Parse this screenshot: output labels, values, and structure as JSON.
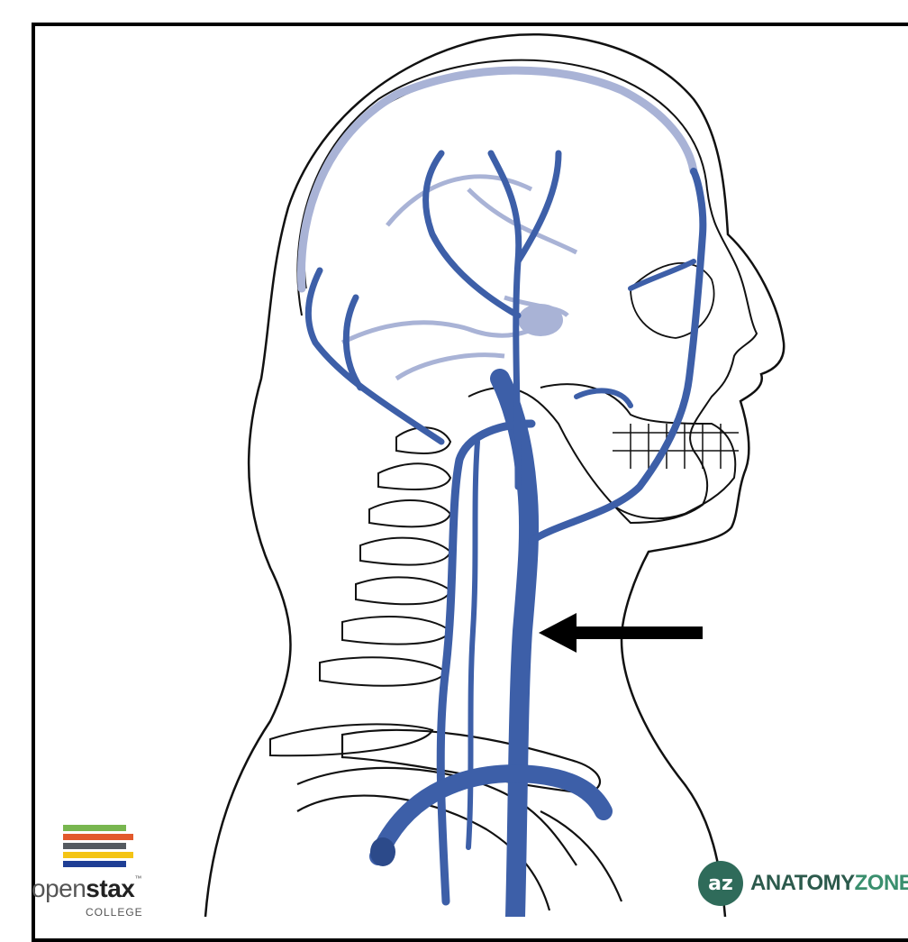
{
  "colors": {
    "vein": "#3d5fa8",
    "vein_light": "#a9b3d6",
    "outline": "#111111",
    "arrow": "#000000",
    "openstax_bars": [
      "#78b64f",
      "#e2592c",
      "#555a60",
      "#f4c414",
      "#1f3f95"
    ],
    "anatomyzone_circle": "#2f6b5a",
    "anatomyzone_text": "#2c5a4c",
    "anatomyzone_accent": "#3a8f6e"
  },
  "logos": {
    "openstax": {
      "word_prefix": "open",
      "word_bold": "stax",
      "tm": "™",
      "sub": "COLLEGE"
    },
    "anatomyzone": {
      "monogram": "az",
      "word_a": "ANATOMY",
      "word_b": "ZONE"
    }
  },
  "annotation": {
    "arrow": "points-at-internal-jugular-vein"
  }
}
